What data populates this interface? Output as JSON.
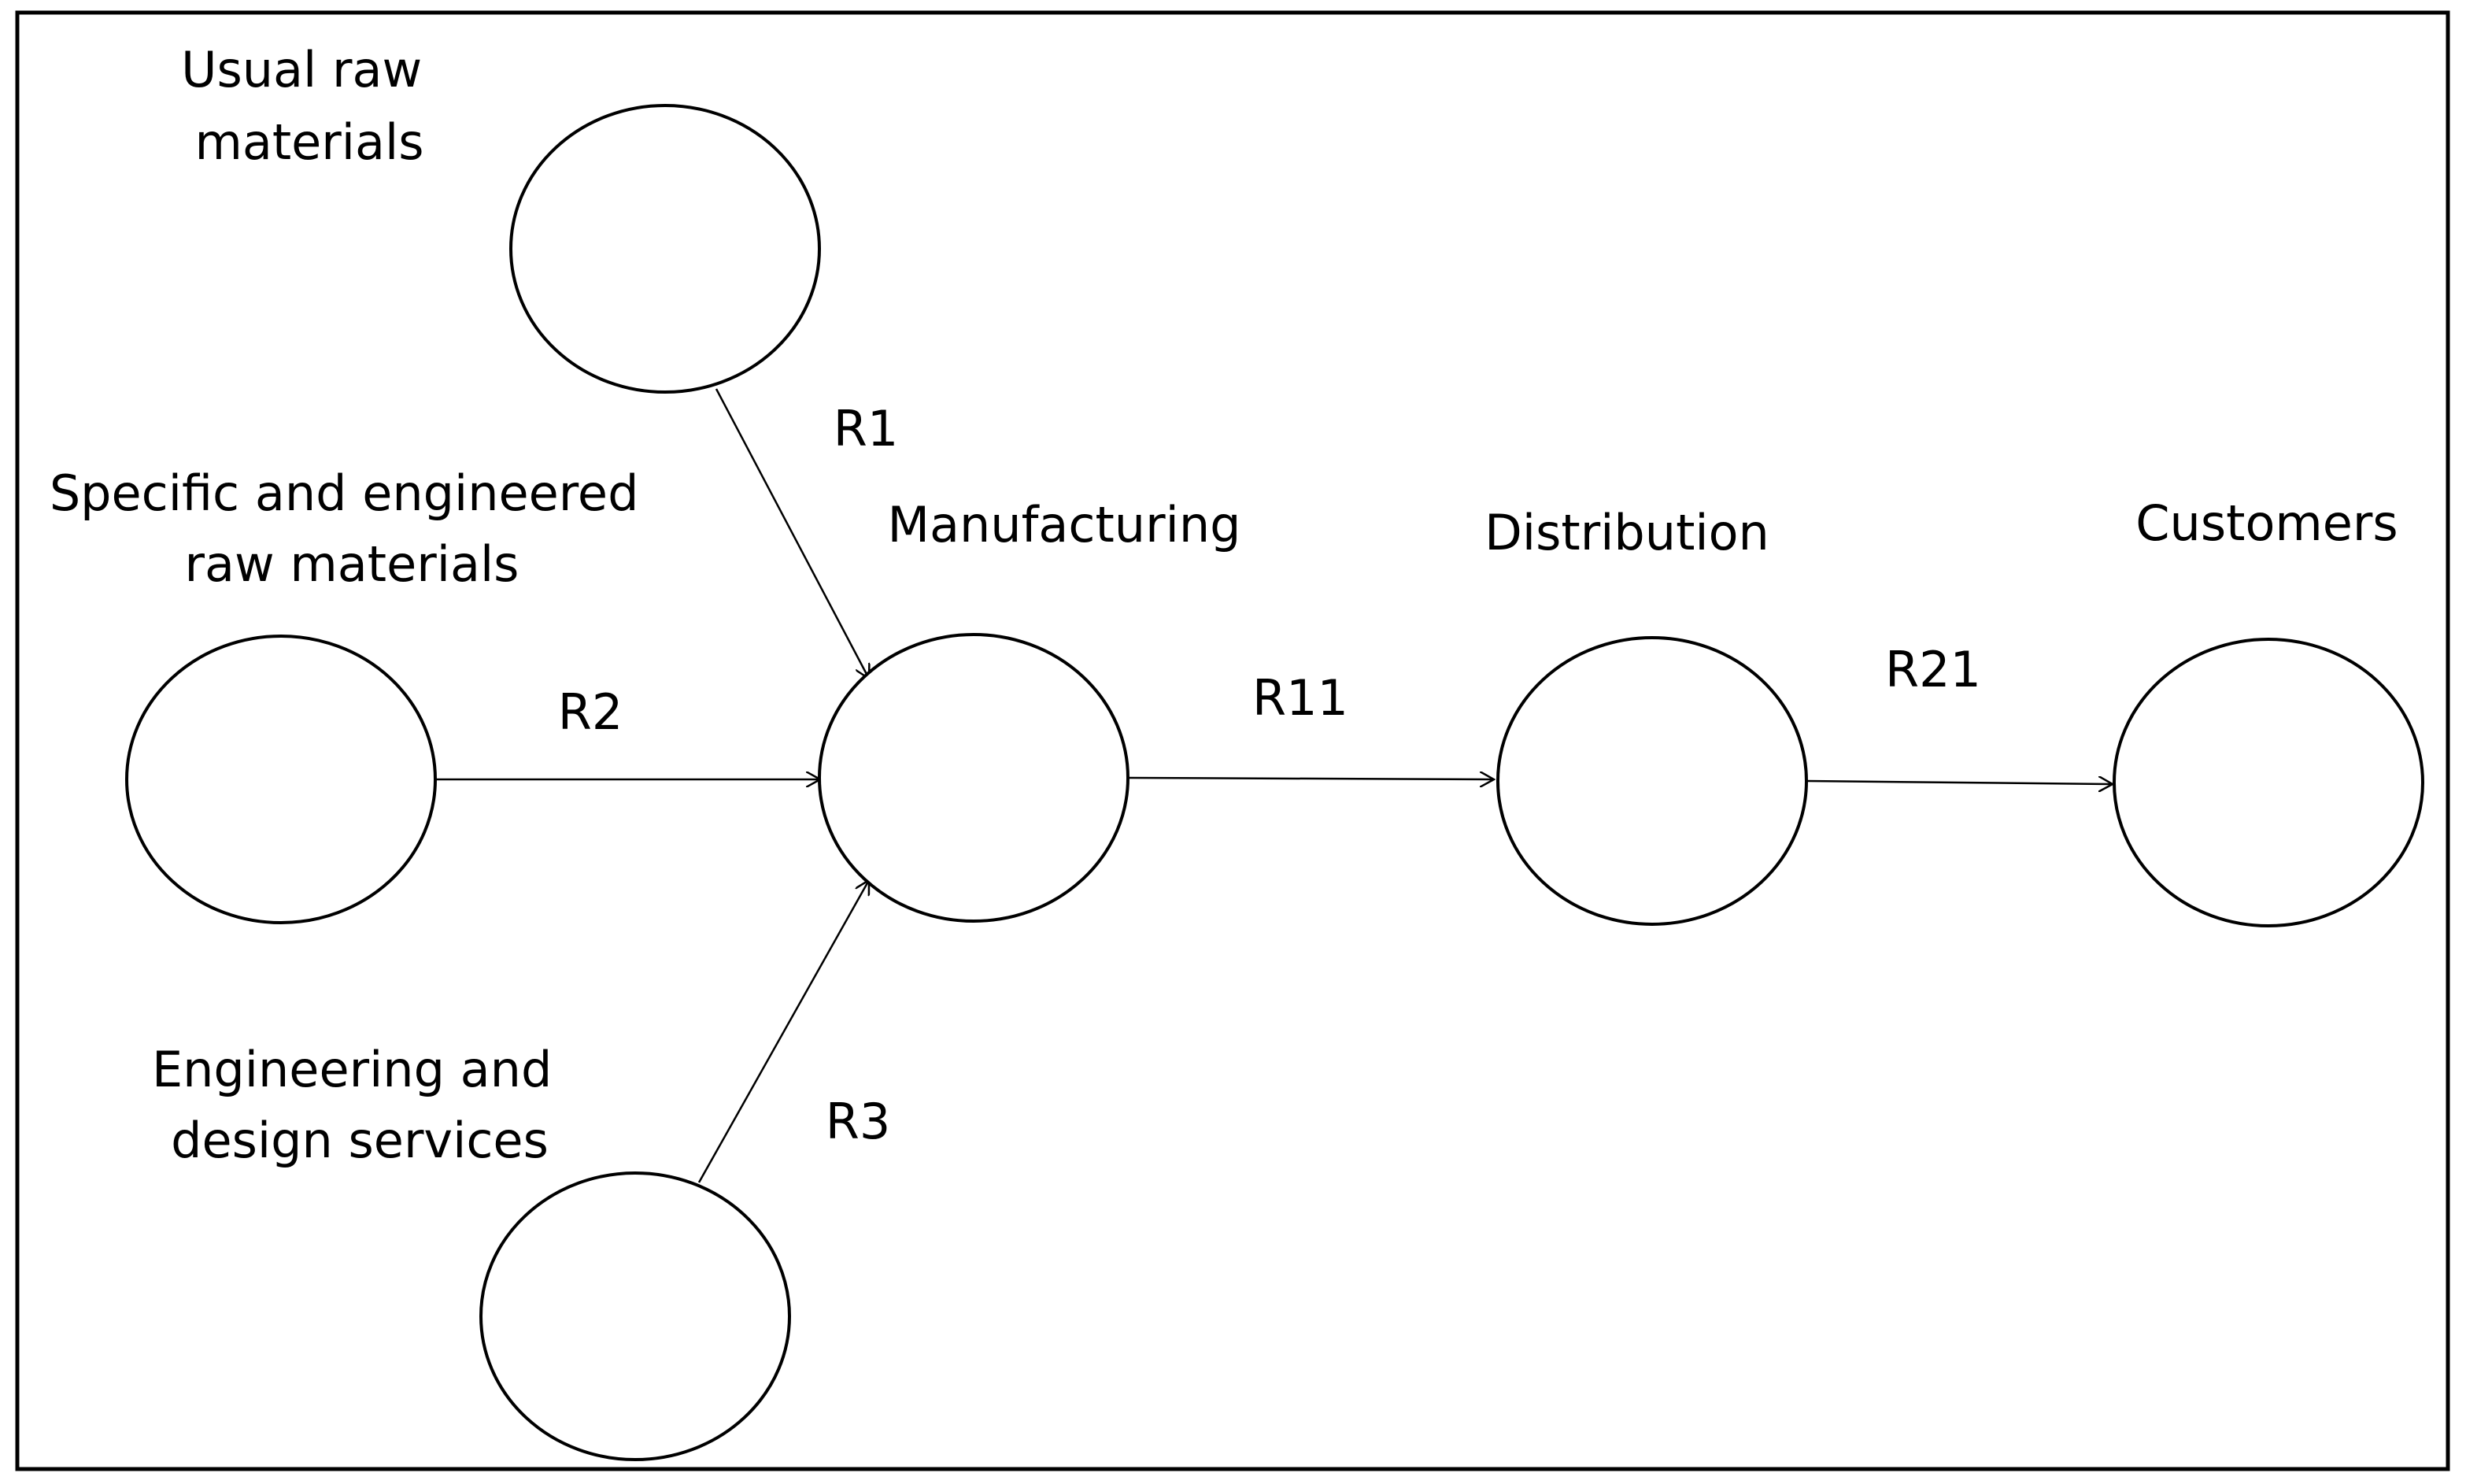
{
  "nodes": {
    "usual_raw": {
      "label_lines": [
        "Usual raw",
        "materials"
      ]
    },
    "specific_raw": {
      "label_lines": [
        "Specific and engineered",
        "raw materials"
      ]
    },
    "engineering": {
      "label_lines": [
        "Engineering and",
        "design services"
      ]
    },
    "manufacturing": {
      "label_lines": [
        "Manufacturing"
      ]
    },
    "distribution": {
      "label_lines": [
        "Distribution"
      ]
    },
    "customers": {
      "label_lines": [
        "Customers"
      ]
    }
  },
  "edges": {
    "r1": {
      "label": "R1"
    },
    "r2": {
      "label": "R2"
    },
    "r3": {
      "label": "R3"
    },
    "r11": {
      "label": "R11"
    },
    "r21": {
      "label": "R21"
    }
  }
}
